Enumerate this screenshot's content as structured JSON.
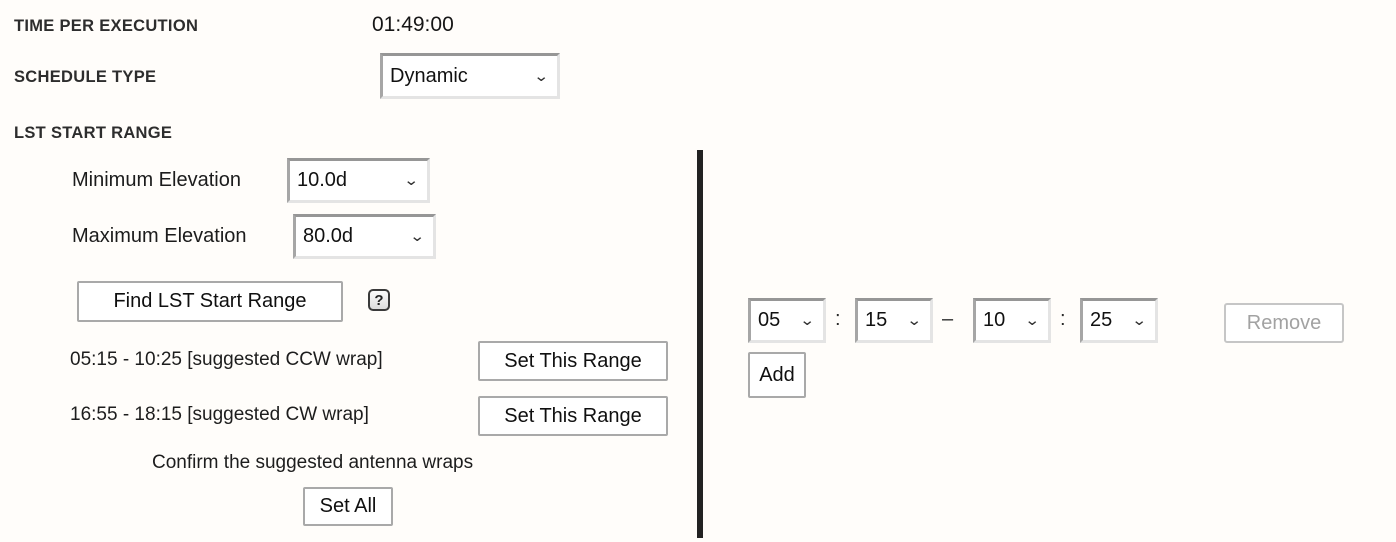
{
  "header": {
    "time_per_execution_label": "TIME PER EXECUTION",
    "time_per_execution_value": "01:49:00",
    "schedule_type_label": "SCHEDULE TYPE",
    "schedule_type_value": "Dynamic"
  },
  "lst_section": {
    "title": "LST START RANGE",
    "min_elevation_label": "Minimum Elevation",
    "min_elevation_value": "10.0d",
    "max_elevation_label": "Maximum Elevation",
    "max_elevation_value": "80.0d",
    "find_button_label": "Find LST Start Range",
    "suggestions": [
      {
        "text": "05:15 - 10:25 [suggested CCW wrap]",
        "button_label": "Set This Range"
      },
      {
        "text": "16:55 - 18:15 [suggested CW wrap]",
        "button_label": "Set This Range"
      }
    ],
    "confirm_text": "Confirm the suggested antenna wraps",
    "set_all_button_label": "Set All"
  },
  "range_editor": {
    "start_hour": "05",
    "start_minute": "15",
    "end_hour": "10",
    "end_minute": "25",
    "hour_minute_separator": ":",
    "range_separator": "–",
    "remove_button_label": "Remove",
    "add_button_label": "Add"
  },
  "icons": {
    "chevron_down": "⌄",
    "help": "?"
  },
  "colors": {
    "background": "#fffdfa",
    "divider": "#222222",
    "text": "#1c1c1c",
    "disabled_text": "#a2a2a2",
    "button_border": "#a9a9a9"
  }
}
